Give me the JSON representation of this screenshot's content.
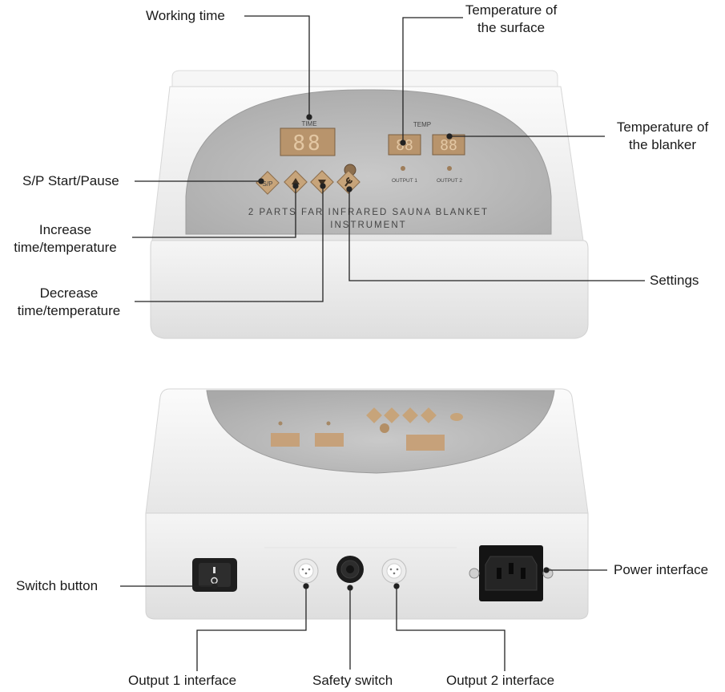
{
  "callouts": {
    "working_time": "Working time",
    "temp_surface": "Temperature of\nthe surface",
    "temp_blanket": "Temperature of\nthe blanker",
    "start_pause": "S/P Start/Pause",
    "increase": "Increase\ntime/temperature",
    "decrease": "Decrease\ntime/temperature",
    "settings": "Settings",
    "switch_button": "Switch button",
    "power_interface": "Power interface",
    "output1_interface": "Output 1 interface",
    "safety_switch": "Safety switch",
    "output2_interface": "Output 2 interface"
  },
  "panel": {
    "time_label": "TIME",
    "temp_label": "TEMP",
    "output1": "OUTPUT 1",
    "output2": "OUTPUT 2",
    "digits": "88",
    "sp_button": "S/P",
    "title_line1": "2 PARTS FAR INFRARED SAUNA BLANKET",
    "title_line2": "INSTRUMENT"
  },
  "colors": {
    "panel": "#b9b9b9",
    "button": "#c7a47a",
    "display": "#c6a17a",
    "callout_line": "#222222",
    "housing": "#f2f2f2"
  }
}
